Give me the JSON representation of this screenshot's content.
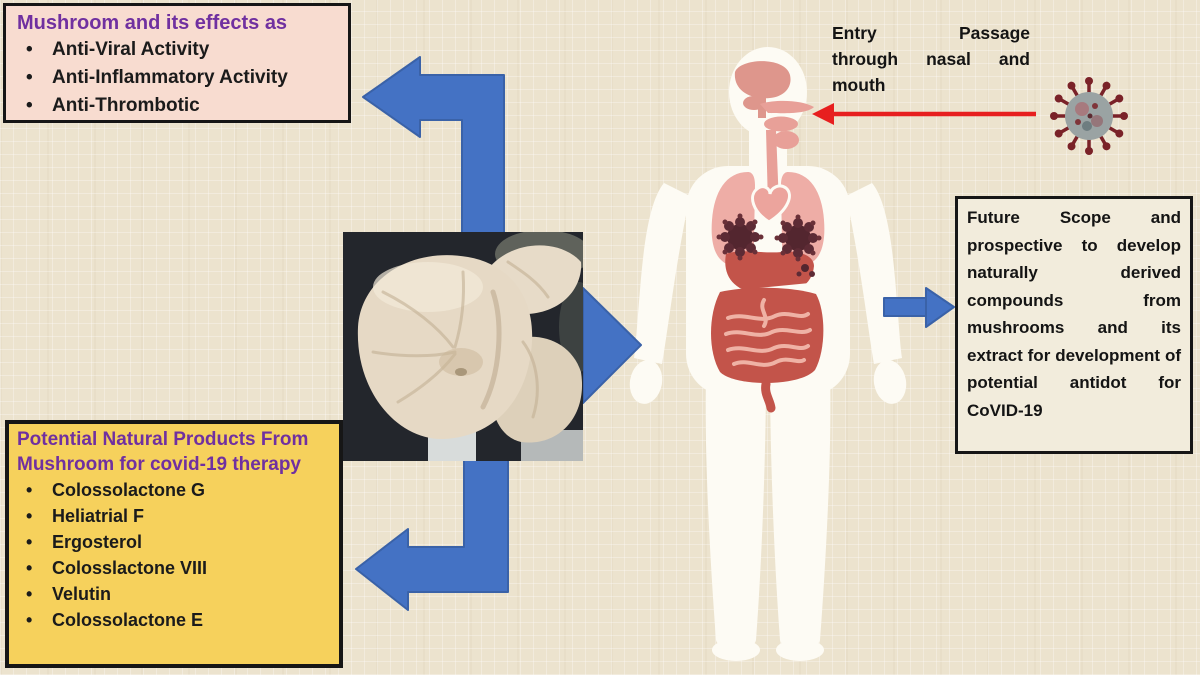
{
  "effects_box": {
    "title": "Mushroom and its effects as",
    "bullet": "•",
    "items": [
      "Anti-Viral Activity",
      "Anti-Inflammatory Activity",
      "Anti-Thrombotic"
    ]
  },
  "products_box": {
    "title": "Potential Natural Products From Mushroom for covid-19 therapy",
    "bullet": "•",
    "items": [
      "Colossolactone G",
      "Heliatrial F",
      "Ergosterol",
      "Colosslactone VIII",
      "Velutin",
      "Colossolactone E"
    ]
  },
  "entry_label": {
    "line1": "Entry Passage",
    "line2": "through nasal and",
    "line3": "mouth"
  },
  "future_box": {
    "text": "Future Scope and prospective to develop naturally derived compounds from mushrooms and its extract for development of potential antidot for CoVID-19"
  },
  "colors": {
    "background": "#ECE3CE",
    "heading_purple": "#7030A0",
    "text_black": "#1B1B1B",
    "effects_box_bg": "#F8DCD0",
    "products_box_bg": "#F6D15C",
    "future_box_bg": "#F2ECDC",
    "arrow_blue": "#4472C4",
    "arrow_red": "#E71F1F",
    "virus_spike_red": "#7A2228",
    "virus_body_gray": "#9AA3A3",
    "body_silhouette_white": "#FDFBF4",
    "organ_pink": "#ECA8A1",
    "organ_red": "#C3544A",
    "lung_virus_dark": "#53262F"
  }
}
